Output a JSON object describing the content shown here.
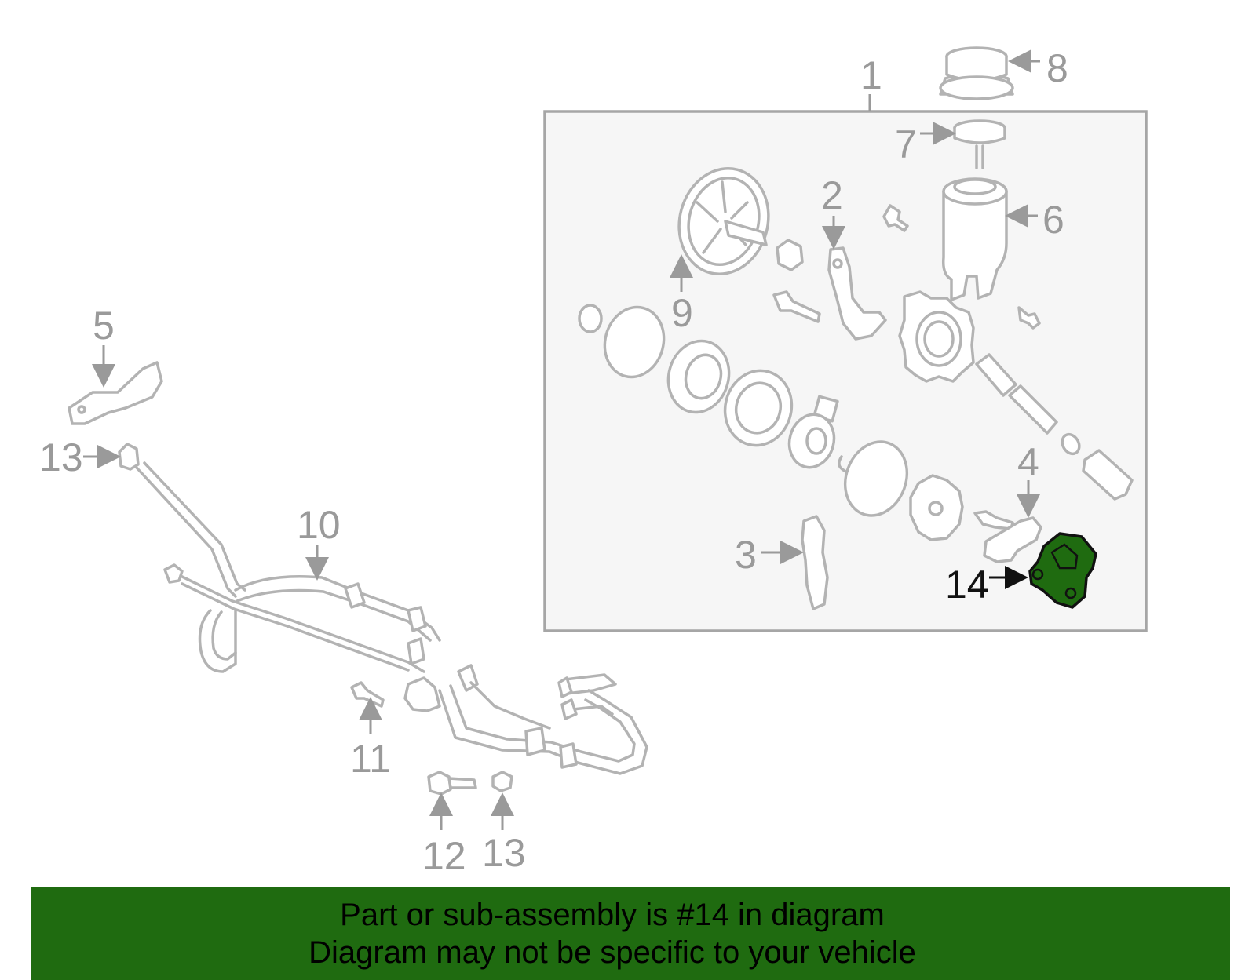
{
  "diagram": {
    "callouts": {
      "c1": "1",
      "c2": "2",
      "c3": "3",
      "c4": "4",
      "c5": "5",
      "c6": "6",
      "c7": "7",
      "c8": "8",
      "c9": "9",
      "c10": "10",
      "c11": "11",
      "c12": "12",
      "c13a": "13",
      "c13b": "13",
      "c14": "14"
    },
    "highlighted_part": "14",
    "colors": {
      "highlight": "#1f6b10",
      "line_art": "#b3b3b3",
      "label": "#9a9a9a",
      "box_fill": "#f6f6f6"
    }
  },
  "banner": {
    "line1": "Part or sub-assembly is #14 in diagram",
    "line2": "Diagram may not be specific to your vehicle"
  }
}
